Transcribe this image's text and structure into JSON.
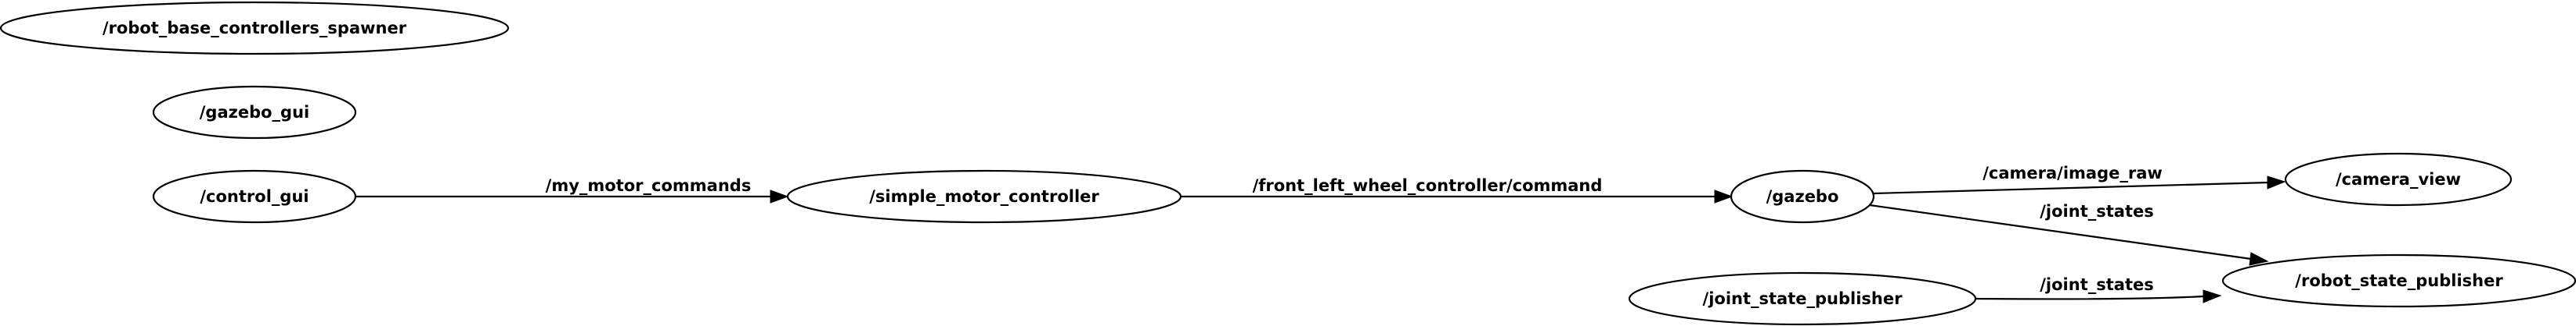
{
  "graph": {
    "nodes": [
      {
        "id": "n_spawner",
        "label": "/robot_base_controllers_spawner"
      },
      {
        "id": "n_gazebo_gui",
        "label": "/gazebo_gui"
      },
      {
        "id": "n_control_gui",
        "label": "/control_gui"
      },
      {
        "id": "n_motor",
        "label": "/simple_motor_controller"
      },
      {
        "id": "n_gazebo",
        "label": "/gazebo"
      },
      {
        "id": "n_camera",
        "label": "/camera_view"
      },
      {
        "id": "n_rsp",
        "label": "/robot_state_publisher"
      },
      {
        "id": "n_jsp",
        "label": "/joint_state_publisher"
      }
    ],
    "edges": [
      {
        "id": "e1",
        "from": "/control_gui",
        "to": "/simple_motor_controller",
        "label": "/my_motor_commands"
      },
      {
        "id": "e2",
        "from": "/simple_motor_controller",
        "to": "/gazebo",
        "label": "/front_left_wheel_controller/command"
      },
      {
        "id": "e3",
        "from": "/gazebo",
        "to": "/camera_view",
        "label": "/camera/image_raw"
      },
      {
        "id": "e4",
        "from": "/gazebo",
        "to": "/robot_state_publisher",
        "label": "/joint_states"
      },
      {
        "id": "e5",
        "from": "/joint_state_publisher",
        "to": "/robot_state_publisher",
        "label": "/joint_states"
      }
    ]
  }
}
